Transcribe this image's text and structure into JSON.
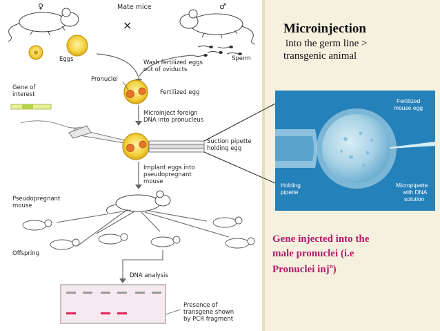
{
  "slide": {
    "title": "Microinjection",
    "subtitle_line1": "into the germ line >",
    "subtitle_line2": "transgenic animal",
    "gene_line1": "Gene injected into the",
    "gene_line2": "male pronuclei (i.e",
    "gene_line3_prefix": "Pronuclei inj",
    "gene_line3_sup": "n",
    "gene_line3_suffix": ")"
  },
  "diagram": {
    "mate_mice": "Mate mice",
    "female_symbol": "♀",
    "male_symbol": "♂",
    "cross": "×",
    "eggs": "Eggs",
    "sperm": "Sperm",
    "wash_line1": "Wash fertilized eggs",
    "wash_line2": "out of oviducts",
    "pronuclei": "Pronuclei",
    "gene_of_interest_line1": "Gene of",
    "gene_of_interest_line2": "interest",
    "fertilized_egg": "Fertilized egg",
    "microinject_line1": "Microinject foreign",
    "microinject_line2": "DNA into pronucleus",
    "suction_line1": "Suction pipette",
    "suction_line2": "holding egg",
    "implant_line1": "Implant eggs into",
    "implant_line2": "pseudopregnant",
    "implant_line3": "mouse",
    "pseudo_line1": "Pseudopregnant",
    "pseudo_line2": "mouse",
    "offspring": "Offspring",
    "dna_analysis": "DNA analysis",
    "presence_line1": "Presence of",
    "presence_line2": "transgene shown",
    "presence_line3": "by PCR fragment"
  },
  "photo": {
    "fertilized_line1": "Fertilized",
    "fertilized_line2": "mouse egg",
    "holding_line1": "Holding",
    "holding_line2": "pipette",
    "micropipette_line1": "Micropipette",
    "micropipette_line2": "with DNA",
    "micropipette_line3": "solution"
  },
  "colors": {
    "egg_fill": "#f2cf3a",
    "egg_edge": "#c89a16",
    "pronucleus": "#e8732a",
    "gel_band_dark": "#9a9a9a",
    "gel_band_pink": "#e2205a",
    "gene_text": "#b4186a",
    "photo_bg": "#2a8bc4"
  }
}
